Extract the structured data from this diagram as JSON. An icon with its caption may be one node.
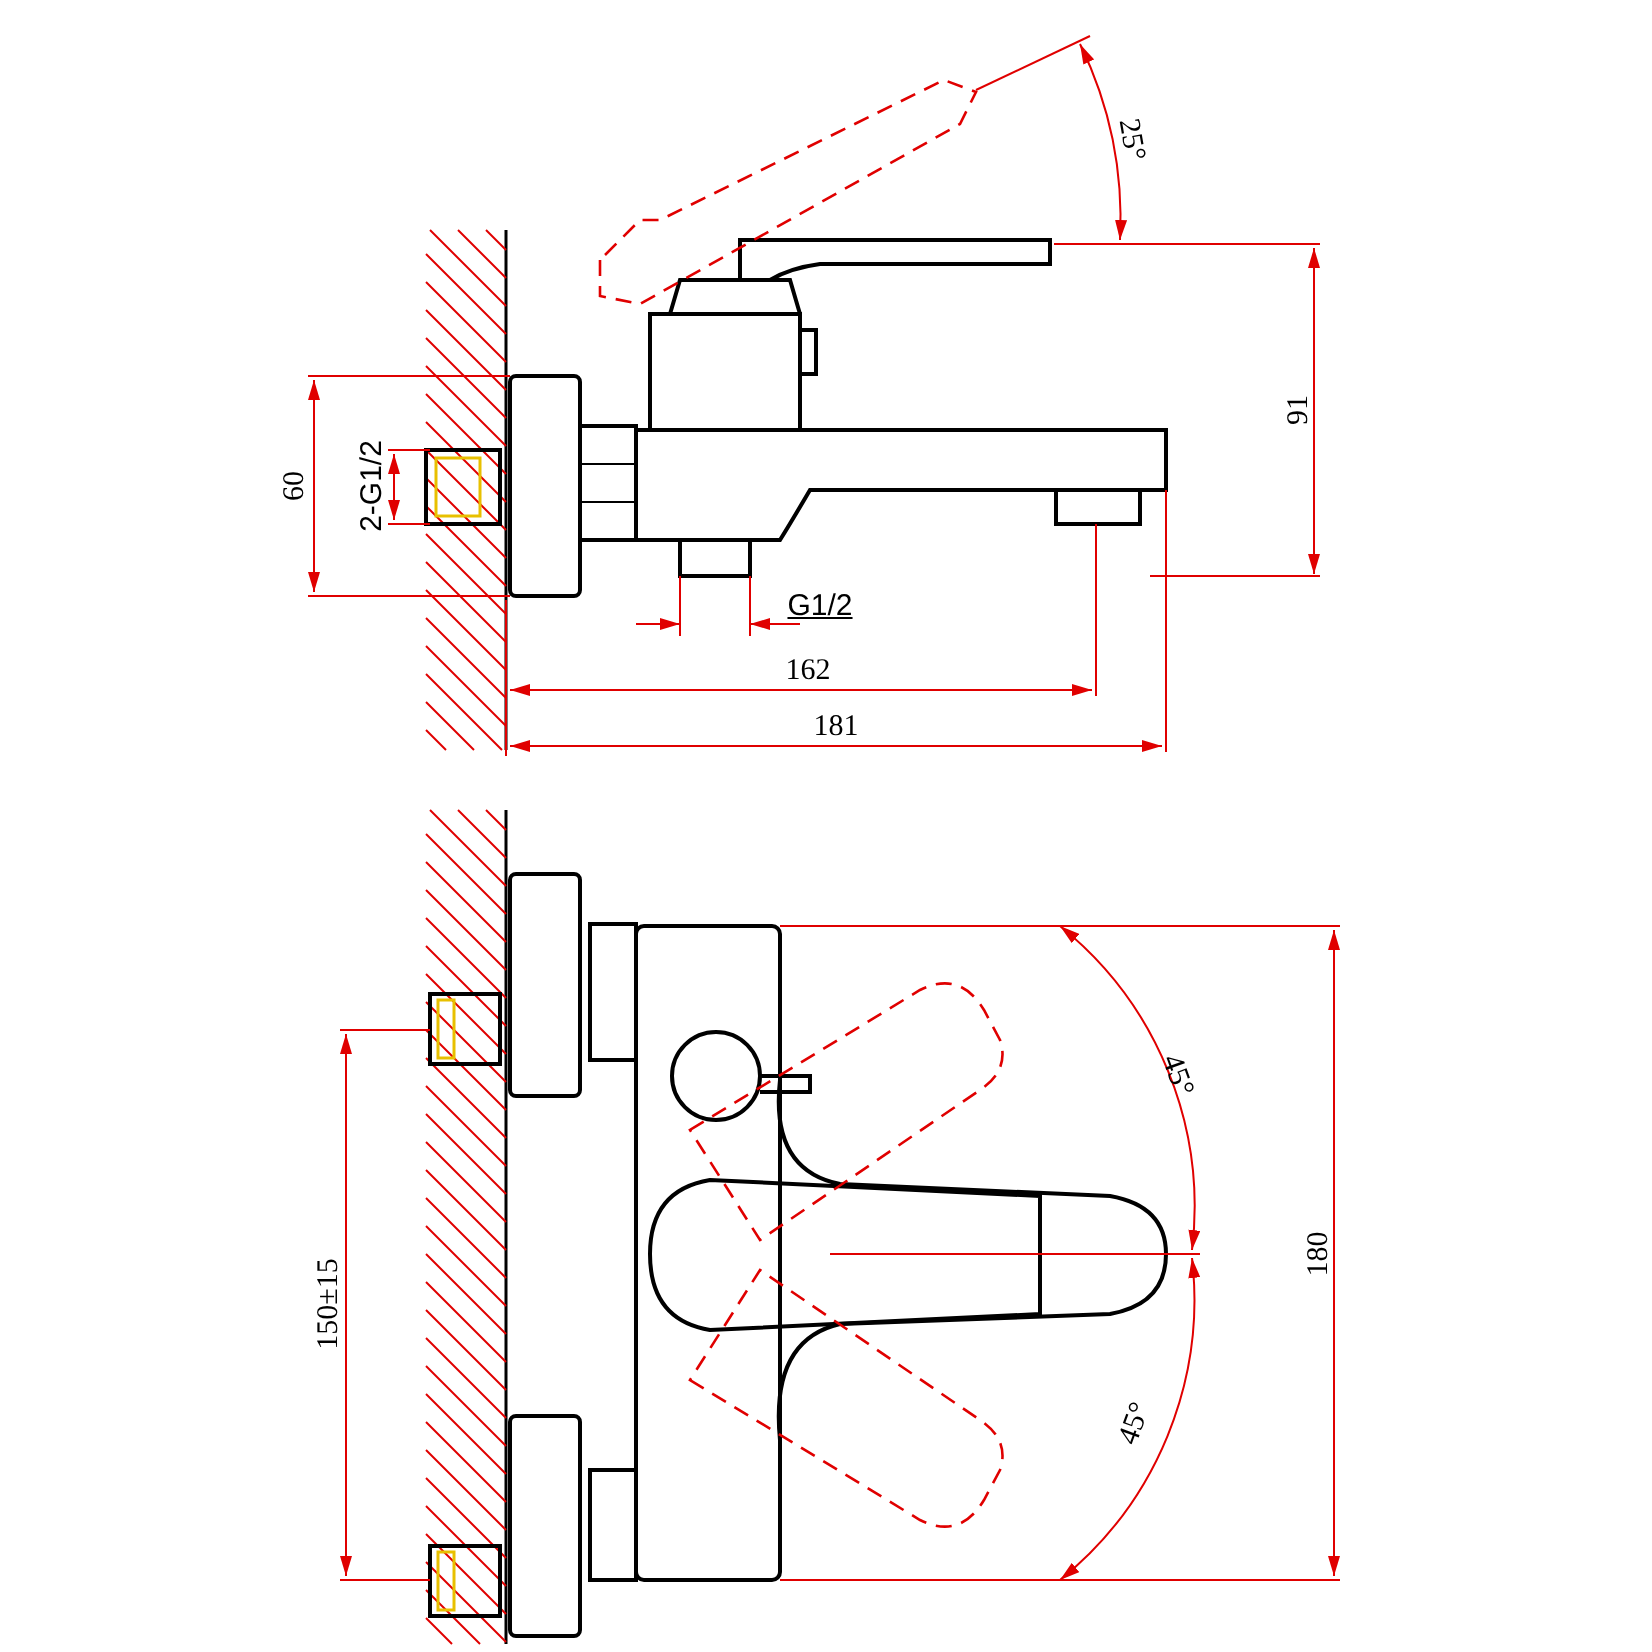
{
  "diagram": {
    "labels": [
      "25°",
      "91",
      "60",
      "2-G1/2",
      "G1/2",
      "162",
      "181",
      "45°",
      "180",
      "150±15",
      "45°"
    ]
  }
}
